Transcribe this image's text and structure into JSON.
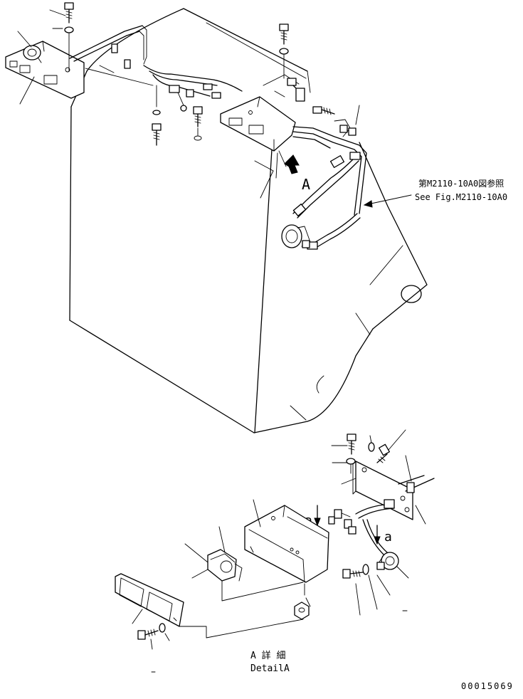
{
  "diagram": {
    "view_marker": "A",
    "reference_label_jp": "第M2110-10A0図参照",
    "reference_label_en": "See Fig.M2110-10A0",
    "section_marker_1": "a",
    "section_marker_2": "a",
    "detail_caption_jp": "A 詳 細",
    "detail_caption_en": "DetailA",
    "drawing_number": "00015069"
  }
}
